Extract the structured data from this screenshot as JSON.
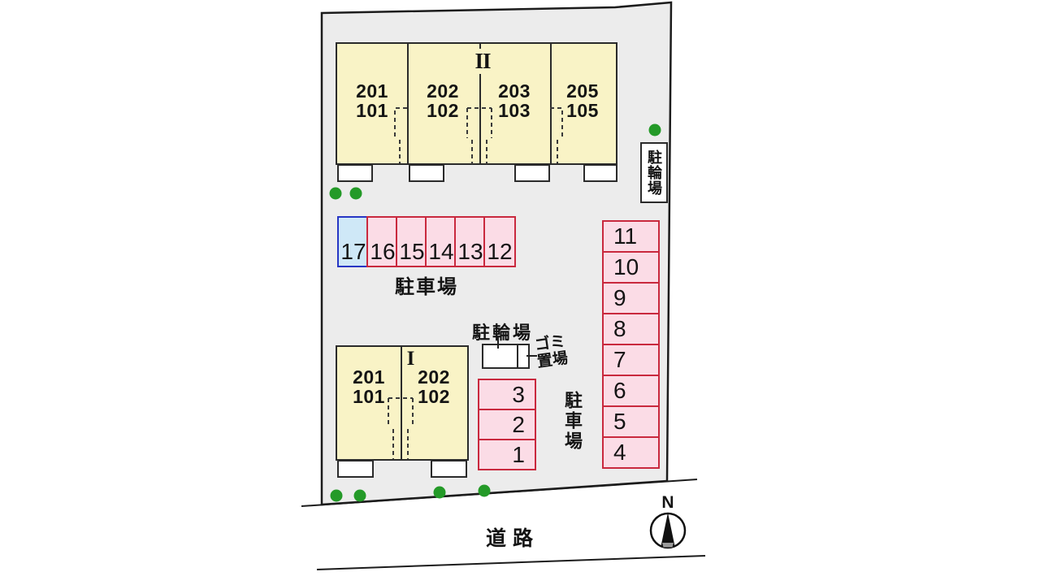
{
  "colors": {
    "site-fill": "#ececec",
    "outline": "#1c1c1c",
    "building-fill": "#f9f3c6",
    "building-border": "#2b2b2b",
    "parking-fill": "#fbdce6",
    "parking-border": "#c9293e",
    "reserved-fill": "#cfe8f7",
    "reserved-border": "#2736c4",
    "tree-green": "#249a28",
    "ink": "#141414"
  },
  "building_upper": {
    "label": "II",
    "units": [
      {
        "upper": "201",
        "lower": "101"
      },
      {
        "upper": "202",
        "lower": "102"
      },
      {
        "upper": "203",
        "lower": "103"
      },
      {
        "upper": "205",
        "lower": "105"
      }
    ]
  },
  "building_lower": {
    "label": "I",
    "units": [
      {
        "upper": "201",
        "lower": "101"
      },
      {
        "upper": "202",
        "lower": "102"
      }
    ]
  },
  "parking_row": {
    "spaces": [
      "17",
      "16",
      "15",
      "14",
      "13",
      "12"
    ],
    "label": "駐車場"
  },
  "parking_right_column": {
    "spaces": [
      "11",
      "10",
      "9",
      "8",
      "7",
      "6",
      "5",
      "4"
    ]
  },
  "parking_small_column": {
    "spaces": [
      "3",
      "2",
      "1"
    ],
    "label": "駐車場"
  },
  "bicycle_right": {
    "label": "駐輪場"
  },
  "bicycle_middle": {
    "label": "駐輪場"
  },
  "garbage": {
    "line1": "ゴミ",
    "line2": "置場"
  },
  "road": {
    "label": "道路"
  },
  "compass": {
    "label": "N"
  }
}
